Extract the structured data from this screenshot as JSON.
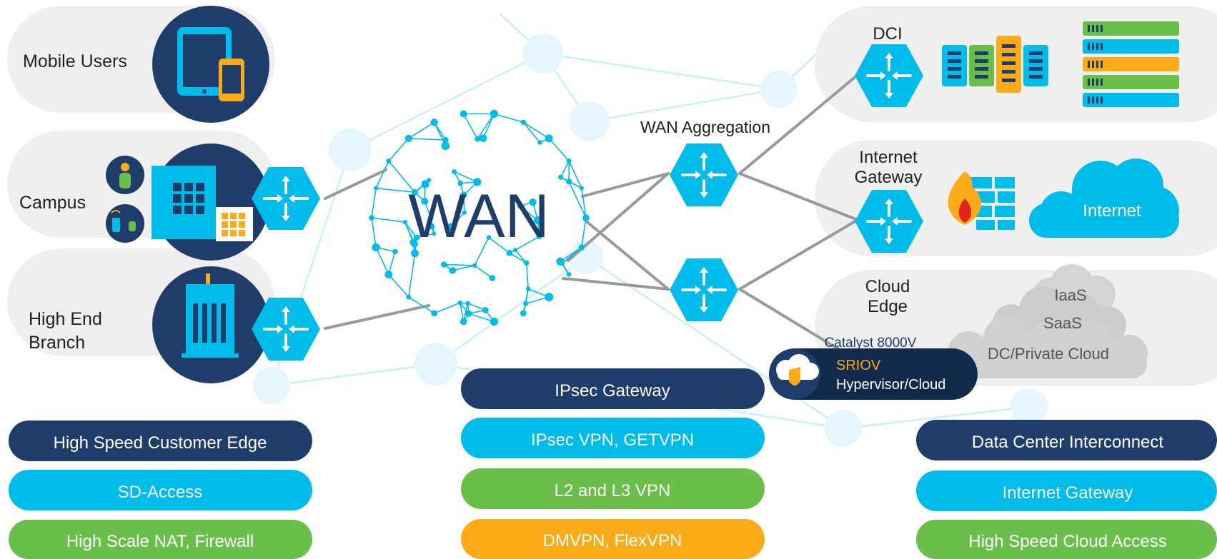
{
  "center": {
    "wan_label": "WAN",
    "aggregation_label": "WAN Aggregation"
  },
  "left_panels": {
    "mobile": "Mobile Users",
    "campus": "Campus",
    "branch_line1": "High End",
    "branch_line2": "Branch"
  },
  "right_panels": {
    "dci": "DCI",
    "gateway_line1": "Internet",
    "gateway_line2": "Gateway",
    "internet_cloud": "Internet",
    "cloud_edge_line1": "Cloud",
    "cloud_edge_line2": "Edge",
    "clouds": [
      "IaaS",
      "SaaS",
      "DC/Private Cloud"
    ]
  },
  "catalyst": {
    "title": "Catalyst 8000V",
    "line1": "SRIOV",
    "line2": "Hypervisor/Cloud"
  },
  "pills": {
    "left": [
      "High Speed Customer Edge",
      "SD-Access",
      "High Scale NAT, Firewall"
    ],
    "center": [
      "IPsec Gateway",
      "IPsec VPN, GETVPN",
      "L2 and L3 VPN",
      "DMVPN, FlexVPN"
    ],
    "right": [
      "Data Center Interconnect",
      "Internet Gateway",
      "High Speed Cloud Access"
    ]
  },
  "colors": {
    "navy": "#1e3d6b",
    "cyan": "#00bceb",
    "green": "#6abf4b",
    "orange": "#fbab18",
    "panel": "#efefef",
    "cloud_gray": "#d0d0d0",
    "link": "#9a9a9a"
  },
  "icons": [
    "router-icon",
    "tablet-icon",
    "phone-icon",
    "building-icon",
    "skyscraper-icon",
    "server-rack-icon",
    "firewall-icon",
    "flame-icon",
    "cloud-icon",
    "shield-icon",
    "person-icon"
  ]
}
